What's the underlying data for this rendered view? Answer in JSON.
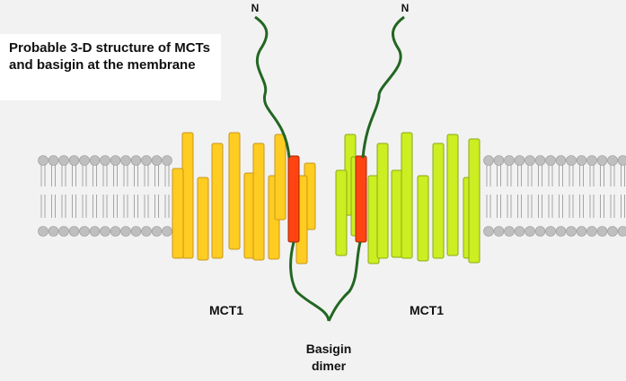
{
  "title": "Probable 3-D structure of MCTs and basigin at the membrane",
  "labels": {
    "n_left": "N",
    "n_right": "N",
    "mct_left": "MCT1",
    "mct_right": "MCT1",
    "basigin_line1": "Basigin",
    "basigin_line2": "dimer"
  },
  "colors": {
    "background": "#f2f2f2",
    "lipid_head": "#bfbfbf",
    "lipid_tail": "#a6a6a6",
    "mct_left_fill": "#ffcc22",
    "mct_left_stroke": "#c8961a",
    "mct_right_fill": "#ccee22",
    "mct_right_stroke": "#88aa11",
    "basigin_fill": "#ff4411",
    "basigin_stroke": "#aa2200",
    "basigin_chain": "#226622"
  }
}
